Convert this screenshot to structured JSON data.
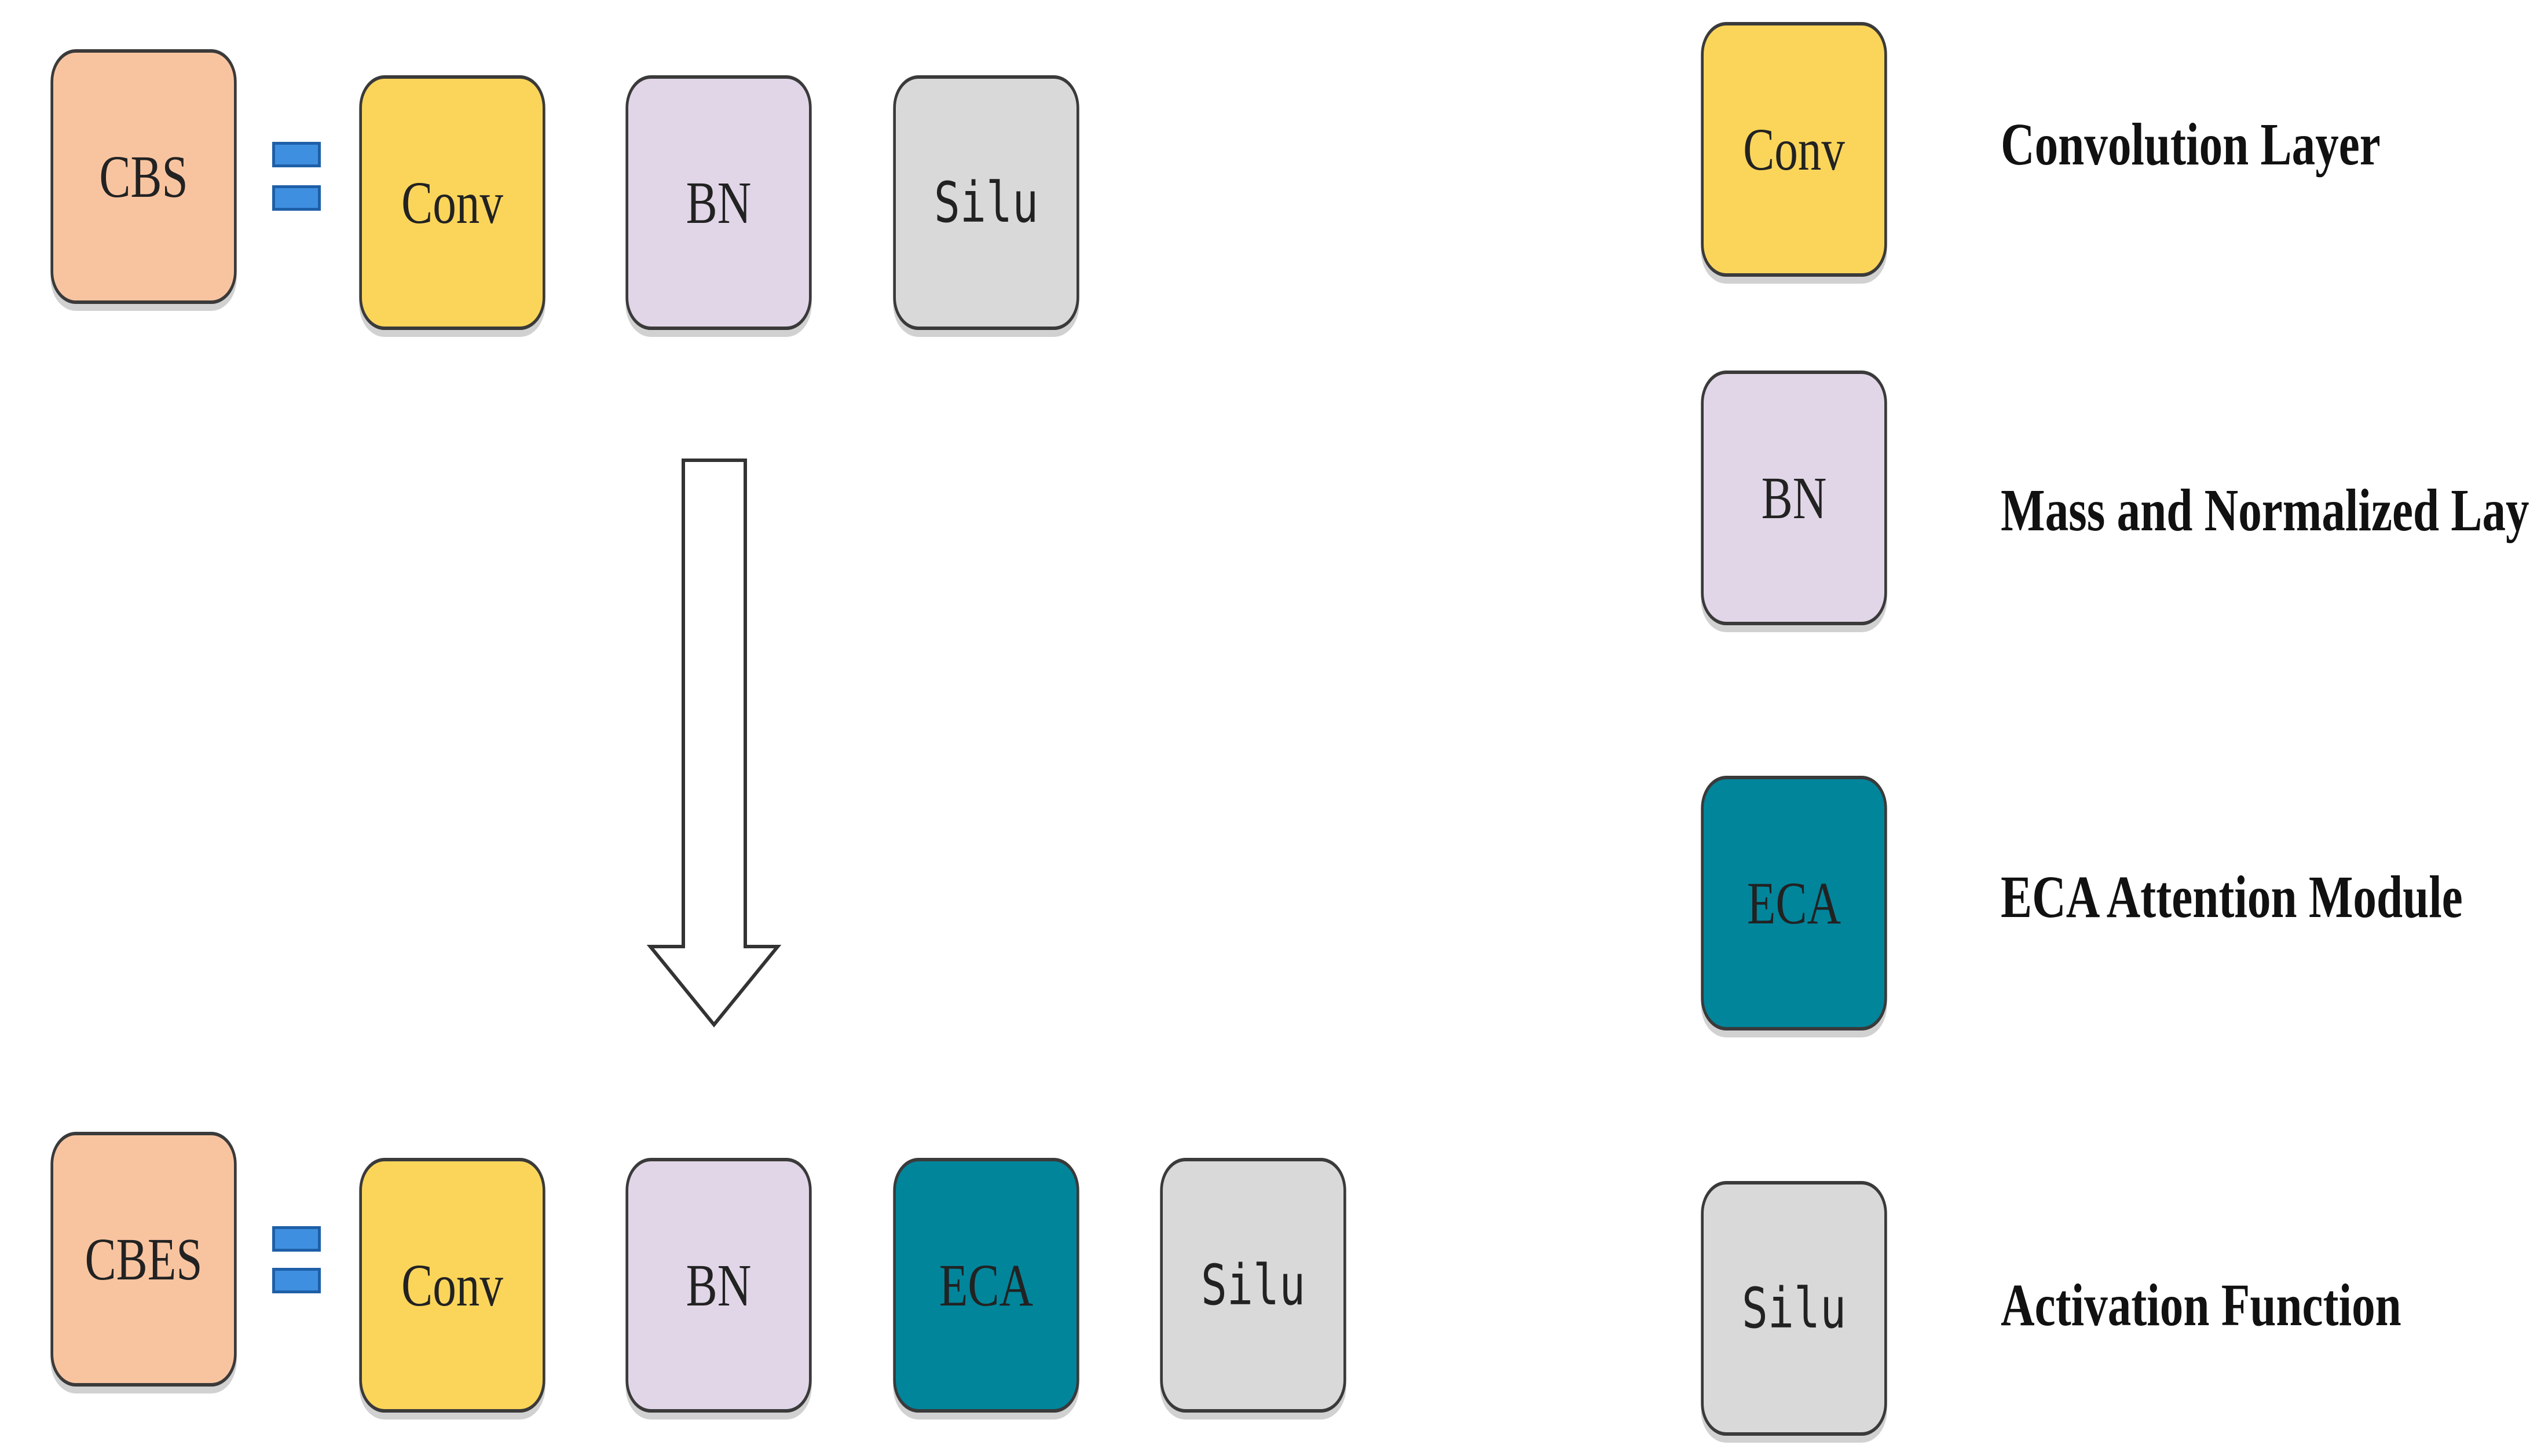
{
  "colors": {
    "cbs": "#f8c4a0",
    "conv": "#fbd55a",
    "bn": "#e1d6e7",
    "eca": "#00859b",
    "silu": "#d9d9d9",
    "equals": "#3f8fe0"
  },
  "top_row": {
    "module": "CBS",
    "blocks": [
      "Conv",
      "BN",
      "Silu"
    ]
  },
  "bottom_row": {
    "module": "CBES",
    "blocks": [
      "Conv",
      "BN",
      "ECA",
      "Silu"
    ]
  },
  "legend": [
    {
      "block": "Conv",
      "description": "Convolution Layer"
    },
    {
      "block": "BN",
      "description": "Mass and Normalized Layer"
    },
    {
      "block": "ECA",
      "description": "ECA Attention Module"
    },
    {
      "block": "Silu",
      "description": "Activation Function"
    }
  ]
}
